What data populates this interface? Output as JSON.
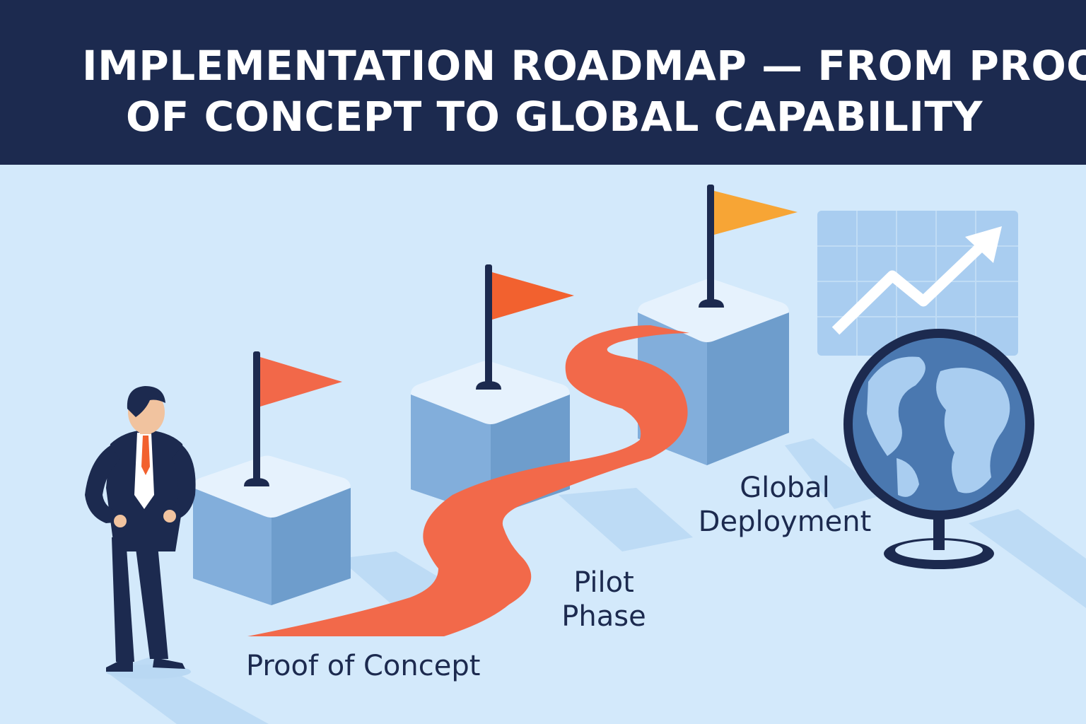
{
  "header": {
    "title_line_1": "IMPLEMENTATION ROADMAP — FROM PROOF",
    "title_line_2": "OF CONCEPT TO GLOBAL CAPABILITY"
  },
  "stages": [
    {
      "id": "proof-of-concept",
      "label": "Proof of Concept",
      "flag_color": "#f26849"
    },
    {
      "id": "pilot",
      "label_line_1": "Pilot",
      "label_line_2": "Phase",
      "flag_color": "#f2612f"
    },
    {
      "id": "global",
      "label_line_1": "Global",
      "label_line_2": "Deployment",
      "flag_color": "#f7a535"
    }
  ],
  "icons": [
    "businessman-icon",
    "growth-chart-icon",
    "globe-icon",
    "flag-icon"
  ],
  "colors": {
    "banner": "#1c2a4f",
    "background": "#d3e9fb",
    "path": "#f2694a",
    "block": "#6e9dcc",
    "text": "#1c2a4f"
  }
}
